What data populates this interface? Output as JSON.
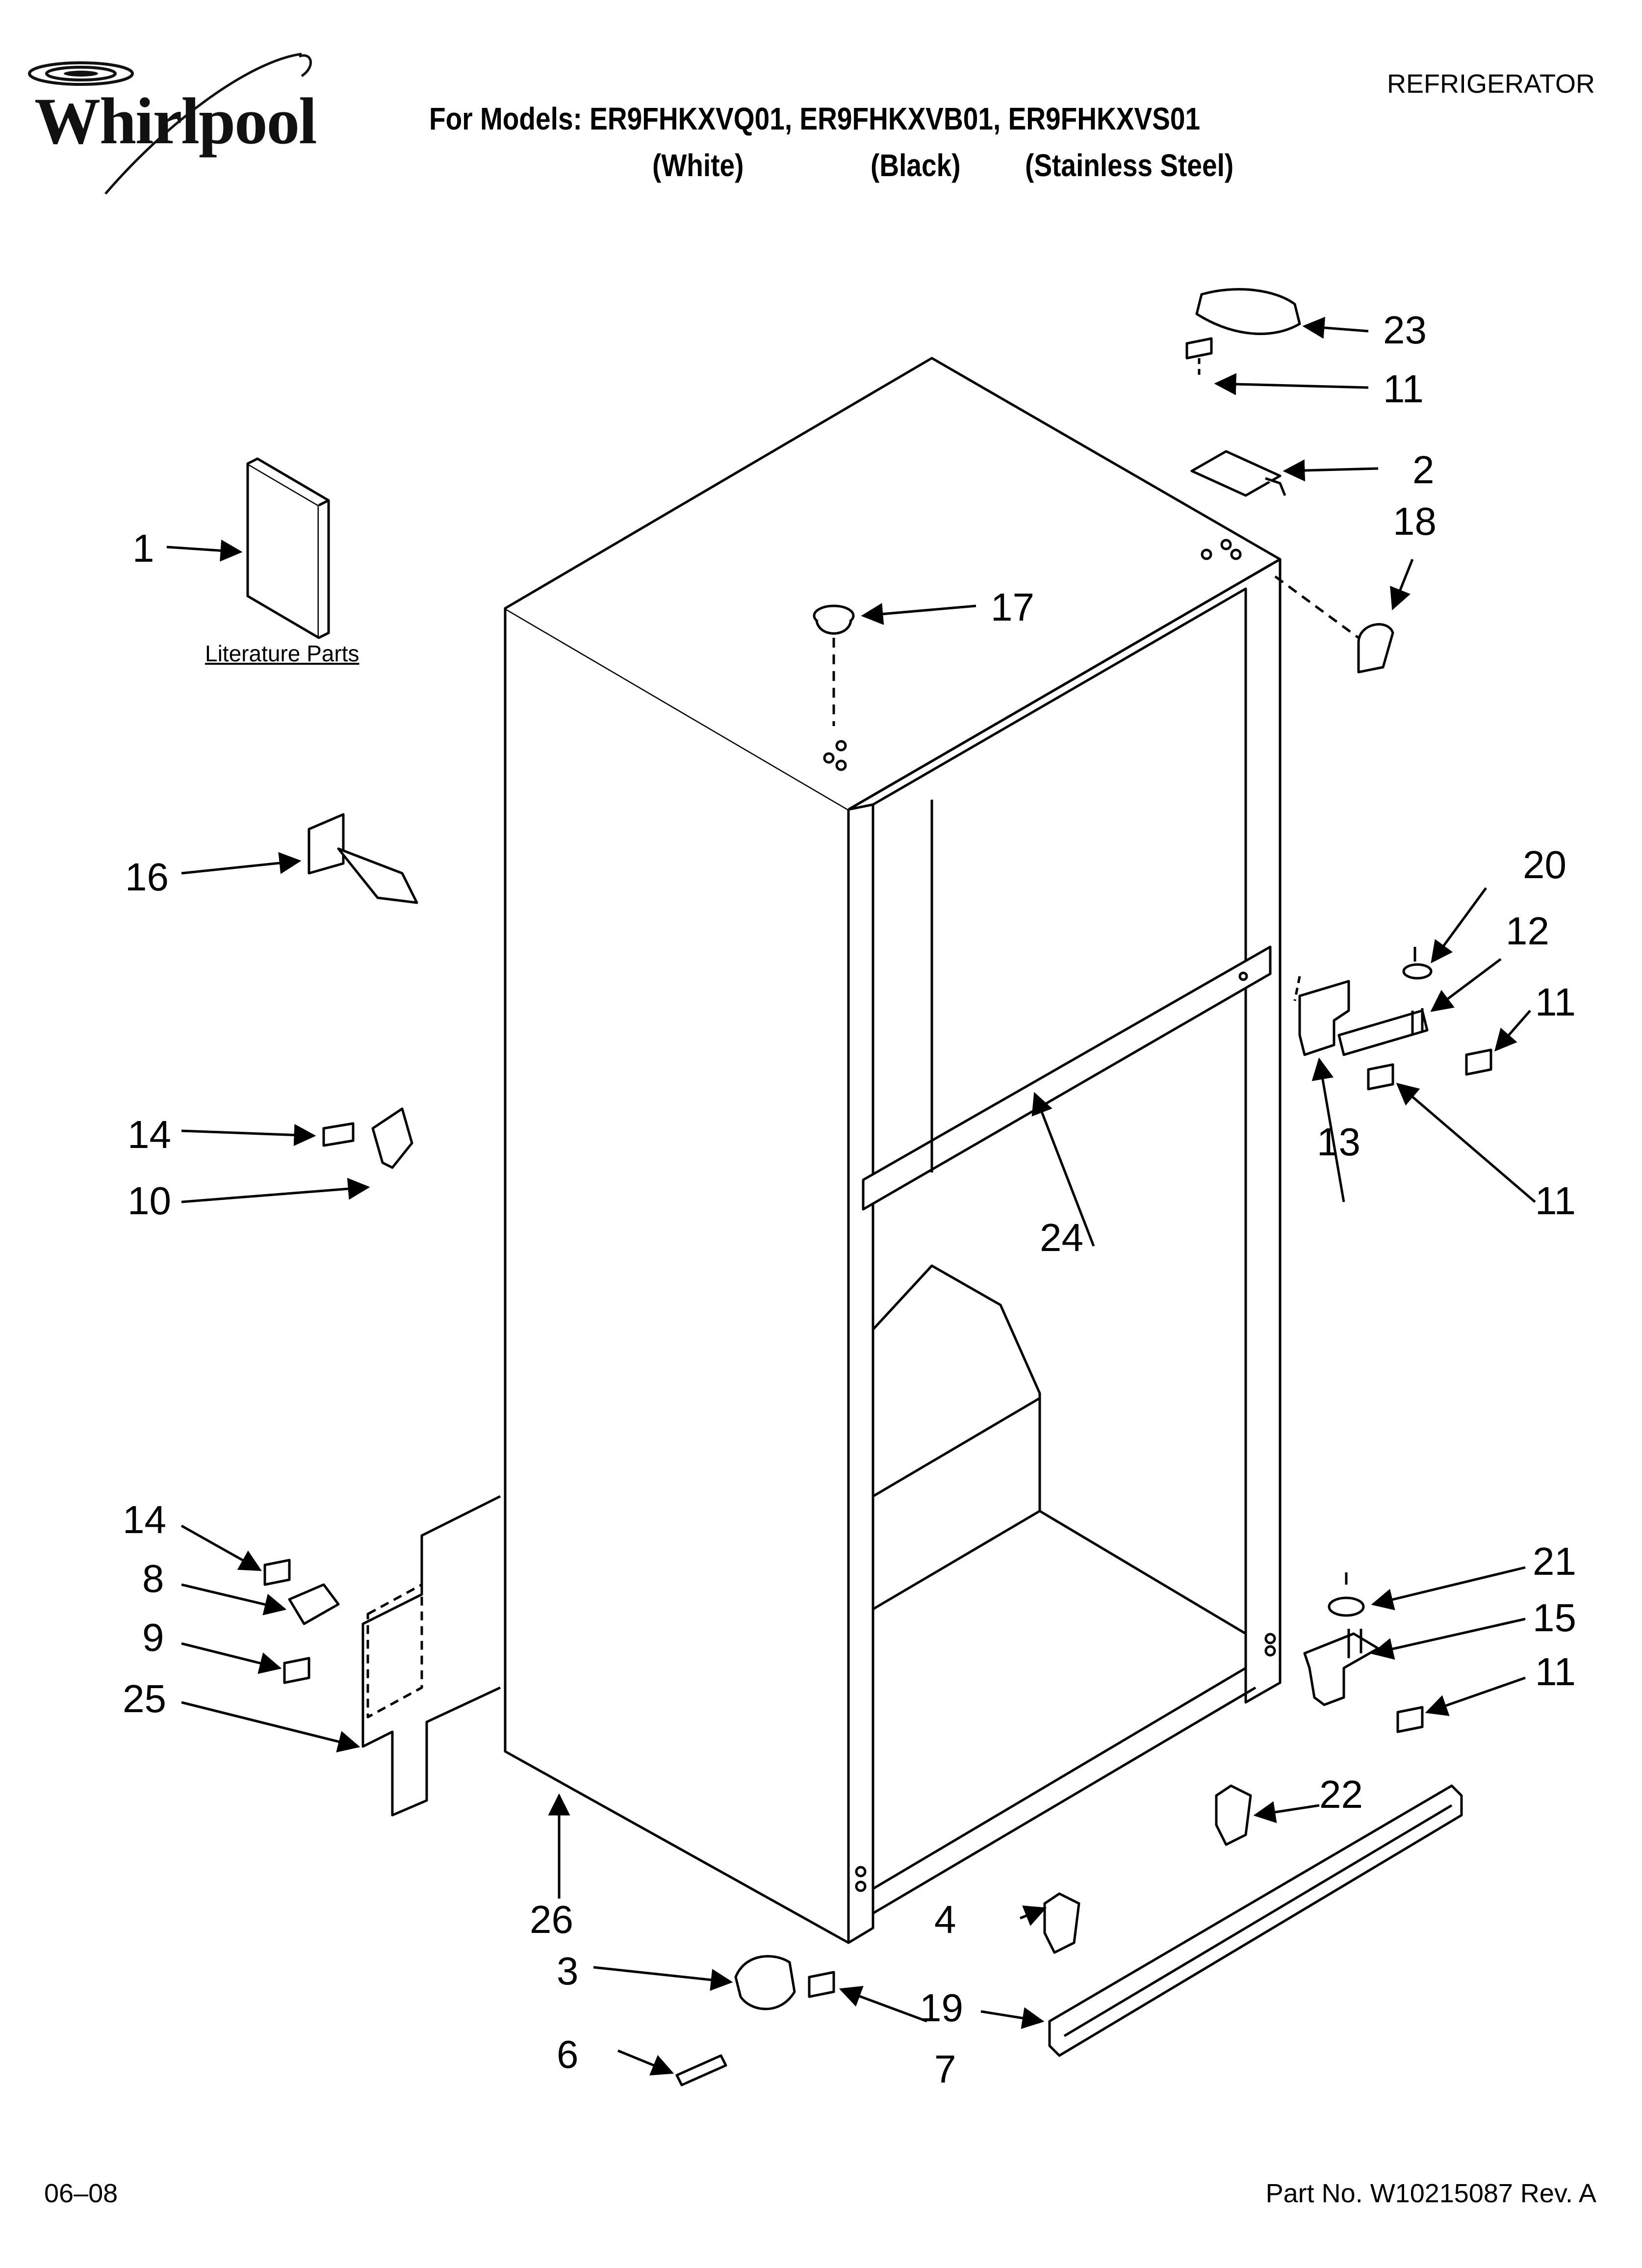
{
  "brand": "Whirlpool",
  "header": {
    "appliance": "REFRIGERATOR",
    "models_line": "For Models: ER9FHKXVQ01, ER9FHKXVB01, ER9FHKXVS01",
    "variants": [
      "(White)",
      "(Black)",
      "(Stainless Steel)"
    ]
  },
  "literature_label": "Literature Parts",
  "callouts": [
    "1",
    "2",
    "3",
    "4",
    "6",
    "7",
    "8",
    "9",
    "10",
    "11",
    "11",
    "11",
    "11",
    "11",
    "12",
    "13",
    "14",
    "14",
    "15",
    "16",
    "17",
    "18",
    "19",
    "20",
    "21",
    "22",
    "23",
    "24",
    "25",
    "26"
  ],
  "footer": {
    "date": "06–08",
    "part_number": "Part No. W10215087 Rev. A"
  }
}
